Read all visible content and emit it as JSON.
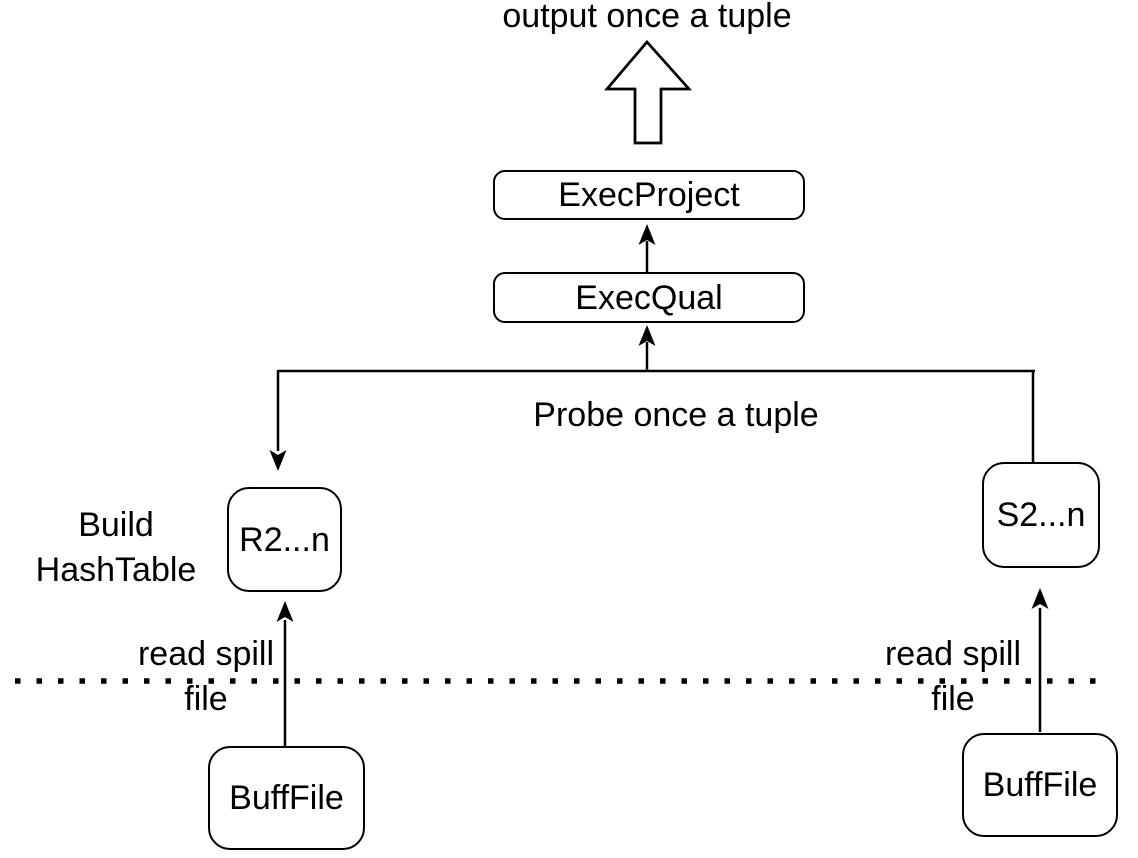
{
  "nodes": {
    "exec_project": "ExecProject",
    "exec_qual": "ExecQual",
    "r_partition": "R2...n",
    "s_partition": "S2...n",
    "bufffile_left": "BuffFile",
    "bufffile_right": "BuffFile"
  },
  "labels": {
    "output": "output once a tuple",
    "probe": "Probe once a tuple",
    "build_line1": "Build",
    "build_line2": "HashTable",
    "read_spill_left_line1": "read spill",
    "read_spill_left_line2": "file",
    "read_spill_right_line1": "read spill",
    "read_spill_right_line2": "file"
  },
  "colors": {
    "stroke": "#000000",
    "background": "#ffffff"
  }
}
